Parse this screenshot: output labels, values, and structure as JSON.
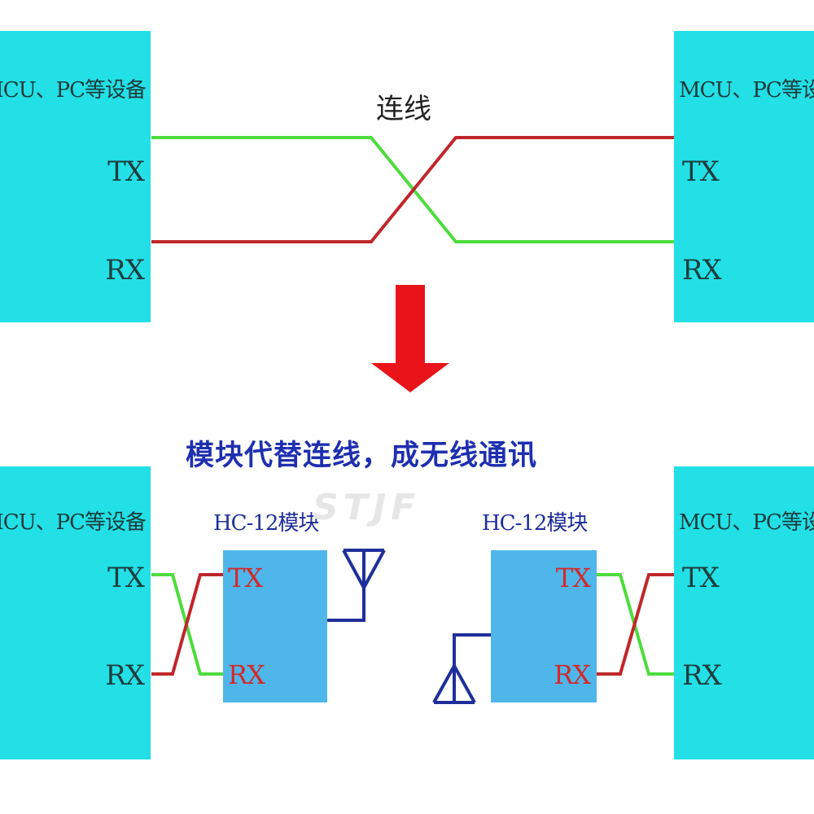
{
  "top": {
    "left_device": {
      "label": "MCU、PC等设备",
      "tx": "TX",
      "rx": "RX"
    },
    "right_device": {
      "label": "MCU、PC等设备",
      "tx": "TX",
      "rx": "RX"
    },
    "wire_caption": "连线"
  },
  "middle": {
    "caption": "模块代替连线，成无线通讯"
  },
  "bottom": {
    "left_device": {
      "label": "MCU、PC等设备",
      "tx": "TX",
      "rx": "RX"
    },
    "right_device": {
      "label": "MCU、PC等设备",
      "tx": "TX",
      "rx": "RX"
    },
    "left_module": {
      "title": "HC-12模块",
      "tx": "TX",
      "rx": "RX"
    },
    "right_module": {
      "title": "HC-12模块",
      "tx": "TX",
      "rx": "RX"
    }
  },
  "watermark": "STJF",
  "colors": {
    "device": "#22e0e6",
    "module": "#4fb6ea",
    "wire_green": "#4ddc3c",
    "wire_red": "#c0262a",
    "antenna": "#1f2f9a",
    "arrow": "#e8141a"
  }
}
